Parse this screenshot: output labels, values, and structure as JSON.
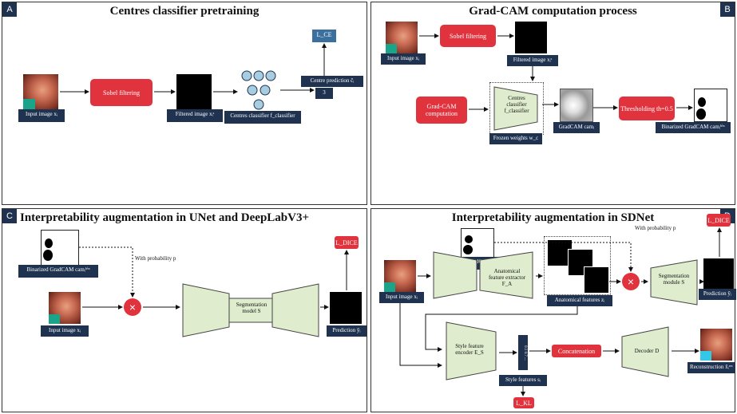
{
  "panels": {
    "A": {
      "letter": "A",
      "title": "Centres classifier pretraining"
    },
    "B": {
      "letter": "B",
      "title": "Grad-CAM computation process"
    },
    "C": {
      "letter": "C",
      "title": "Interpretability augmentation in UNet and DeepLabV3+"
    },
    "D": {
      "letter": "D",
      "title": "Interpretability augmentation in SDNet"
    }
  },
  "a": {
    "input": "Input image xᵢ",
    "sobel": "Sobel filtering",
    "filtered": "Filtered image xᵢˢ",
    "classifier": "Centres classifier f_classifier",
    "centre_pred": "Centre prediction ĉᵢ",
    "centre_value": "3",
    "loss": "L_CE"
  },
  "b": {
    "input": "Input image xᵢ",
    "sobel": "Sobel filtering",
    "filtered": "Filtered image xᵢˢ",
    "gradcam": "Grad-CAM computation",
    "classifier": "Centres classifier f_classifier",
    "frozen": "Frozen weights w_c",
    "cam": "GradCAM camᵢ",
    "threshold": "Thresholding th=0.5",
    "binarized": "Binarized GradCAM camᵢᵇⁱⁿ"
  },
  "c": {
    "binarized": "Binarized GradCAM camᵢᵇⁱⁿ",
    "prob": "With probability p",
    "input": "Input image xᵢ",
    "model": "Segmentation model S",
    "prediction": "Prediction ŷᵢ",
    "loss": "L_DICE"
  },
  "d": {
    "binarized": "Binarized GradCAM camᵢᵇⁱⁿ",
    "prob": "With probability p",
    "input": "Input image xᵢ",
    "extractor": "Anatomical feature extractor F_A",
    "anat_features": "Anatomical features zᵢ",
    "seg_module": "Segmentation module S",
    "prediction": "Prediction ŷᵢ",
    "loss_dice": "L_DICE",
    "style_encoder": "Style feature encoder E_S",
    "style_features": "Style features sᵢ",
    "style_vec": "0.1 0.7 ...",
    "concat": "Concatenation",
    "decoder": "Decoder D",
    "reconstruction": "Reconstruction x̂ᵢʳᵉᶜ",
    "loss_kl": "L_KL"
  },
  "colors": {
    "navy": "#1f3350",
    "red": "#e0333d",
    "teal": "#1aa58a"
  }
}
